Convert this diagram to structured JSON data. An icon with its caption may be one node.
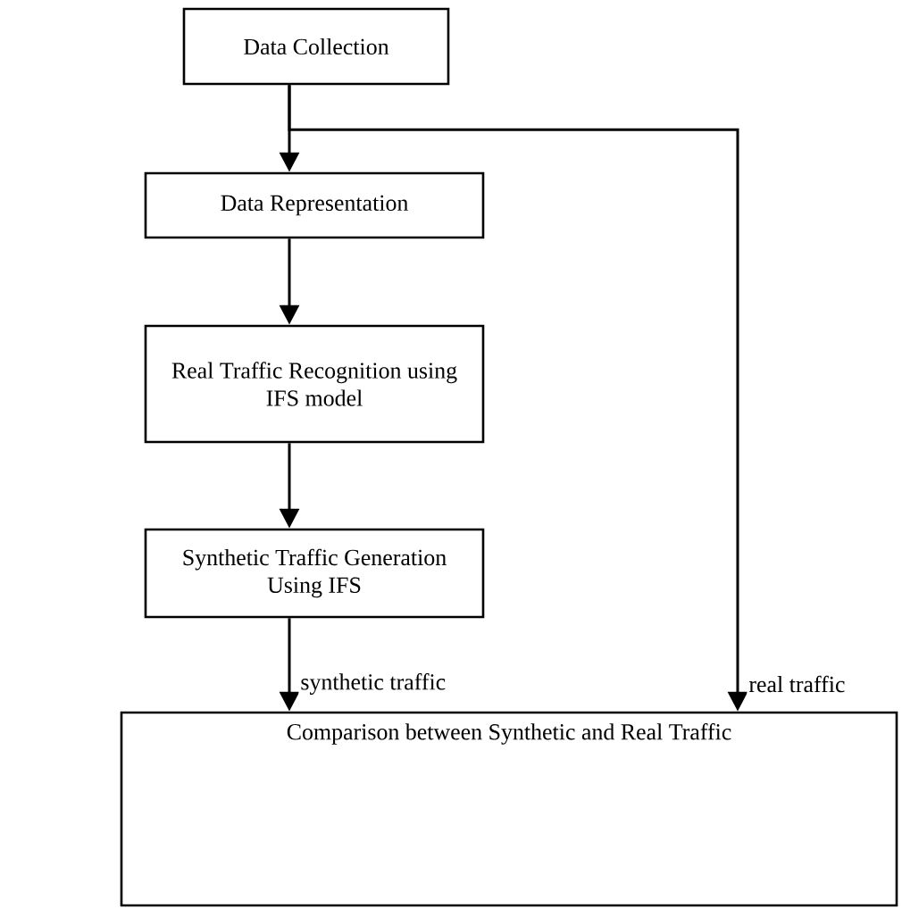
{
  "diagram": {
    "nodes": [
      {
        "text": [
          "Data Collection"
        ]
      },
      {
        "text": [
          "Data Representation"
        ]
      },
      {
        "text": [
          "Real Traffic Recognition using IFS model"
        ]
      },
      {
        "text": [
          "Synthetic Traffic Generation Using IFS"
        ]
      },
      {
        "text": [
          "Comparison between Synthetic and Real Traffic"
        ]
      }
    ],
    "edges": [
      {
        "from": 0,
        "to": 1,
        "arrow": "to"
      },
      {
        "from": 1,
        "to": 2,
        "arrow": "to"
      },
      {
        "from": 2,
        "to": 3,
        "arrow": "to"
      },
      {
        "from": 3,
        "to": 4,
        "arrow": "to",
        "label": "synthetic traffic"
      },
      {
        "from": 0,
        "to": 4,
        "arrow": "to",
        "label": "real traffic"
      }
    ]
  }
}
